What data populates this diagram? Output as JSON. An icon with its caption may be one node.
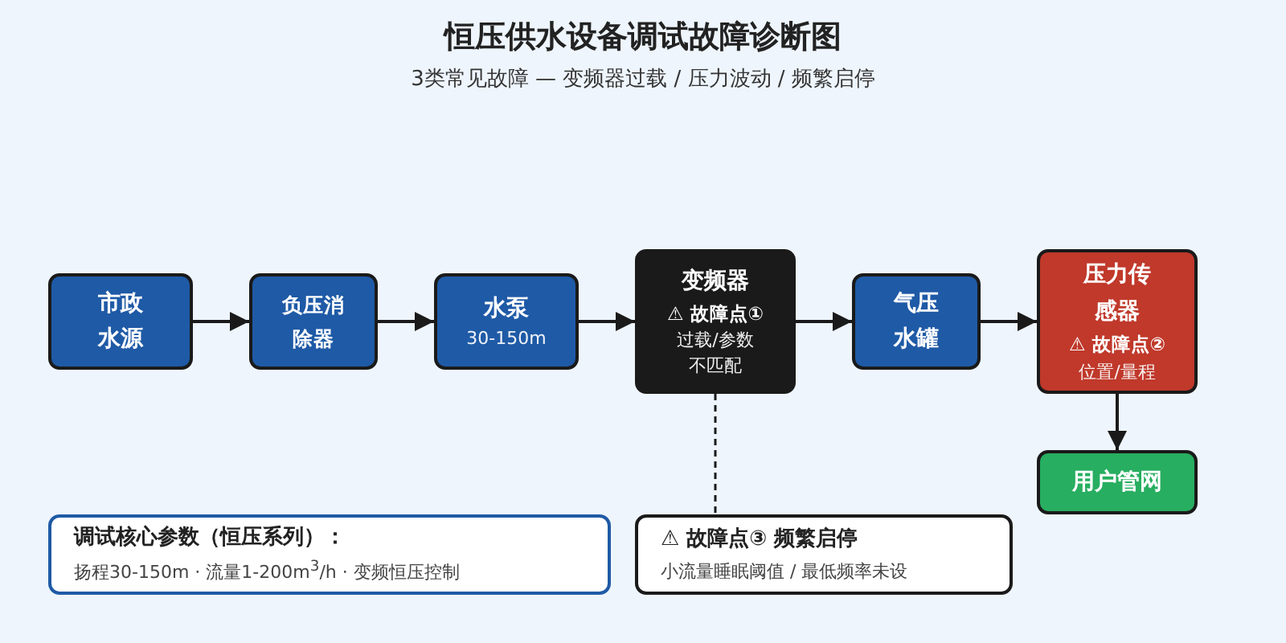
{
  "diagram": {
    "title": "恒压供水设备调试故障诊断图",
    "caption": "3类常见故障 — 变频器过载 / 压力波动 / 频繁启停",
    "nodes": [
      {
        "text": [
          "市政水源"
        ]
      },
      {
        "text": [
          "负压消除器"
        ]
      },
      {
        "text": [
          "水泵",
          "30-150m"
        ]
      },
      {
        "text": [
          "变频器",
          "⚠ 故障点①",
          "过载/参数不匹配"
        ]
      },
      {
        "text": [
          "气压水罐"
        ]
      },
      {
        "text": [
          "压力传感器",
          "⚠ 故障点②",
          "位置/量程"
        ]
      },
      {
        "text": [
          "用户管网"
        ]
      },
      {
        "text": [
          "调试核心参数（恒压系列）：",
          "扬程30-150m · 流量1-200m$^{3}$/h · 变频恒压控制"
        ]
      },
      {
        "text": [
          "⚠ 故障点③ 频繁启停",
          "小流量睡眠阈值 / 最低频率未设"
        ]
      }
    ],
    "edges": [
      {
        "from": 0,
        "to": 1,
        "arrow": "to"
      },
      {
        "from": 1,
        "to": 2,
        "arrow": "to"
      },
      {
        "from": 2,
        "to": 3,
        "arrow": "to"
      },
      {
        "from": 3,
        "to": 4,
        "arrow": "to"
      },
      {
        "from": 4,
        "to": 5,
        "arrow": "to"
      },
      {
        "from": 5,
        "to": 6,
        "arrow": "to"
      },
      {
        "from": 3,
        "to": 8,
        "arrow": "none",
        "style": "dashed"
      }
    ]
  }
}
